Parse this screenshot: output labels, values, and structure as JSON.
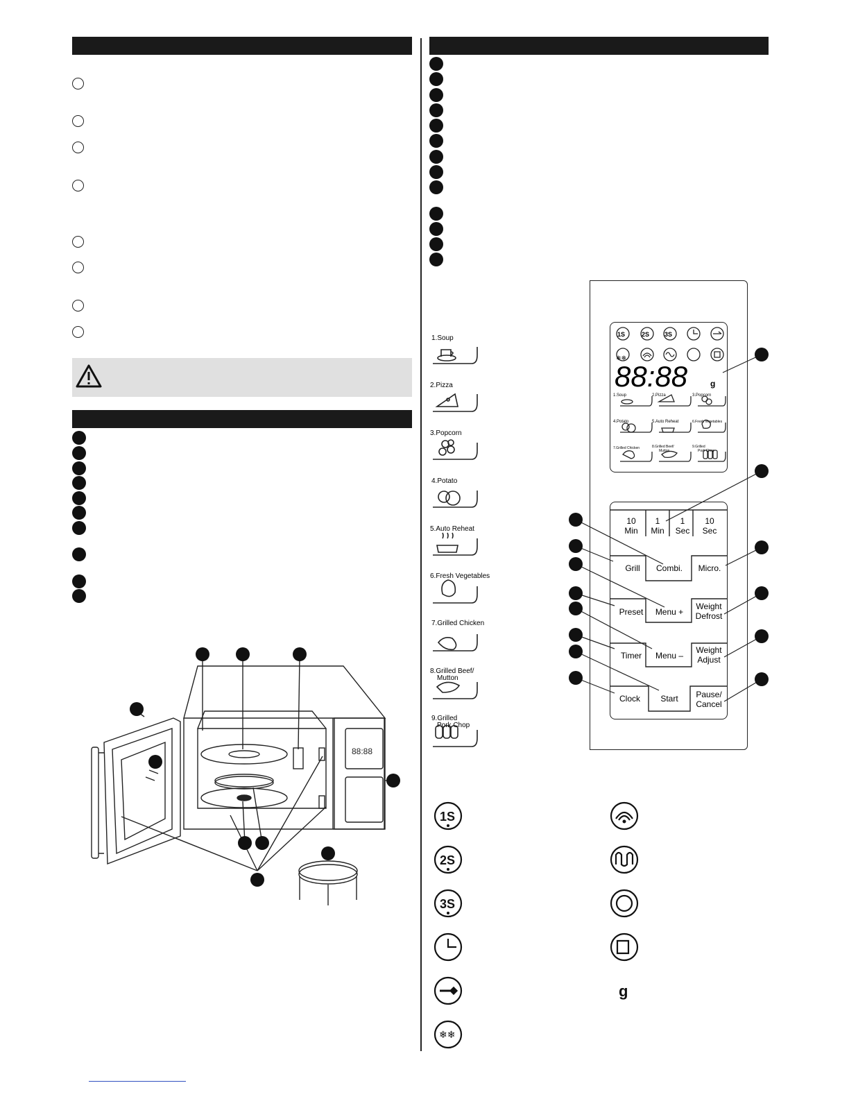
{
  "food_menu": [
    "1.Soup",
    "2.Pizza",
    "3.Popcorn",
    "4.Potato",
    "5.Auto Reheat",
    "6.Fresh Vegetables",
    "7.Grilled Chicken",
    "8.Grilled Beef/ Mutton",
    "9.Grilled Pork Chop"
  ],
  "food_menu_side": {
    "soup": "1.Soup",
    "pizza": "2.Pizza",
    "popcorn": "3.Popcorn",
    "potato": "4.Potato",
    "reheat": "5.Auto Reheat",
    "veg": "6.Fresh Vegetables",
    "chicken": "7.Grilled Chicken",
    "beef_1": "8.Grilled Beef/",
    "beef_2": "Mutton",
    "pork_1": "9.Grilled",
    "pork_2": "Pork Chop"
  },
  "display": {
    "digits": "88:88",
    "unit": "g",
    "icons": [
      "1S",
      "2S",
      "3S",
      "clock-quarter-icon",
      "lock-icon",
      "defrost-icon",
      "microwave-icon",
      "grill-icon",
      "timer-icon",
      "preset-icon"
    ]
  },
  "keys": {
    "min10_a": "10",
    "min10_b": "Min",
    "min1_a": "1",
    "min1_b": "Min",
    "sec1_a": "1",
    "sec1_b": "Sec",
    "sec10_a": "10",
    "sec10_b": "Sec",
    "grill": "Grill",
    "combi": "Combi.",
    "micro": "Micro.",
    "preset": "Preset",
    "menu_plus": "Menu +",
    "weight_defrost_1": "Weight",
    "weight_defrost_2": "Defrost",
    "timer": "Timer",
    "menu_minus": "Menu –",
    "weight_adjust_1": "Weight",
    "weight_adjust_2": "Adjust",
    "clock": "Clock",
    "start": "Start",
    "pause_1": "Pause/",
    "pause_2": "Cancel"
  },
  "legend_left": [
    "1S",
    "2S",
    "3S",
    "clock-quarter-icon",
    "lock-icon",
    "defrost-icon"
  ],
  "legend_right": [
    "microwave-icon",
    "grill-icon",
    "timer-icon",
    "preset-icon",
    "g"
  ],
  "legend_g": "g",
  "legend_texts": {
    "s1": "1S",
    "s2": "2S",
    "s3": "3S"
  }
}
